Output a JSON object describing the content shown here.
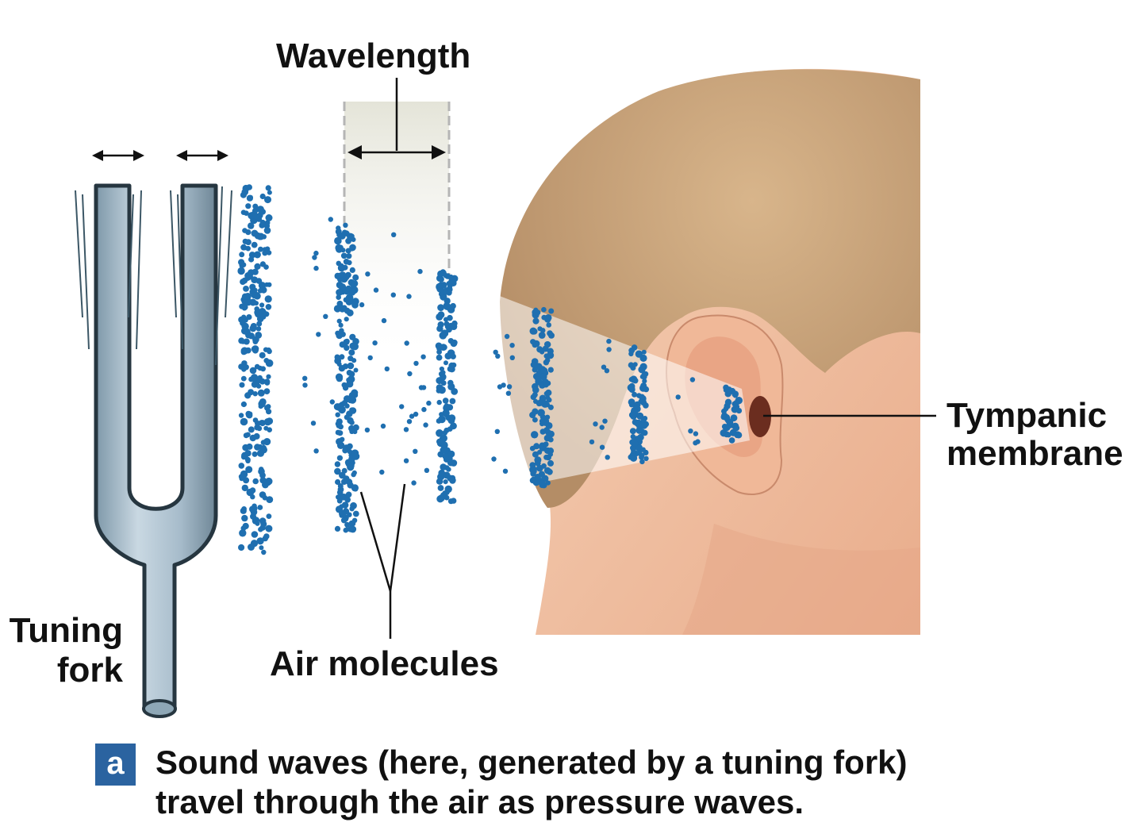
{
  "labels": {
    "wavelength": "Wavelength",
    "air_molecules": "Air molecules",
    "tuning_fork_line1": "Tuning",
    "tuning_fork_line2": "fork",
    "tympanic_line1": "Tympanic",
    "tympanic_line2": "membrane"
  },
  "caption": {
    "badge": "a",
    "line1": "Sound waves (here, generated by a tuning fork)",
    "line2": "travel through the air as pressure waves."
  },
  "colors": {
    "molecule": "#1f6fb0",
    "fork_fill": "#a9bfcd",
    "fork_outline": "#2a3a44",
    "skin": "#f2c2a4",
    "hair": "#c9a57e",
    "badge": "#2b63a0"
  }
}
